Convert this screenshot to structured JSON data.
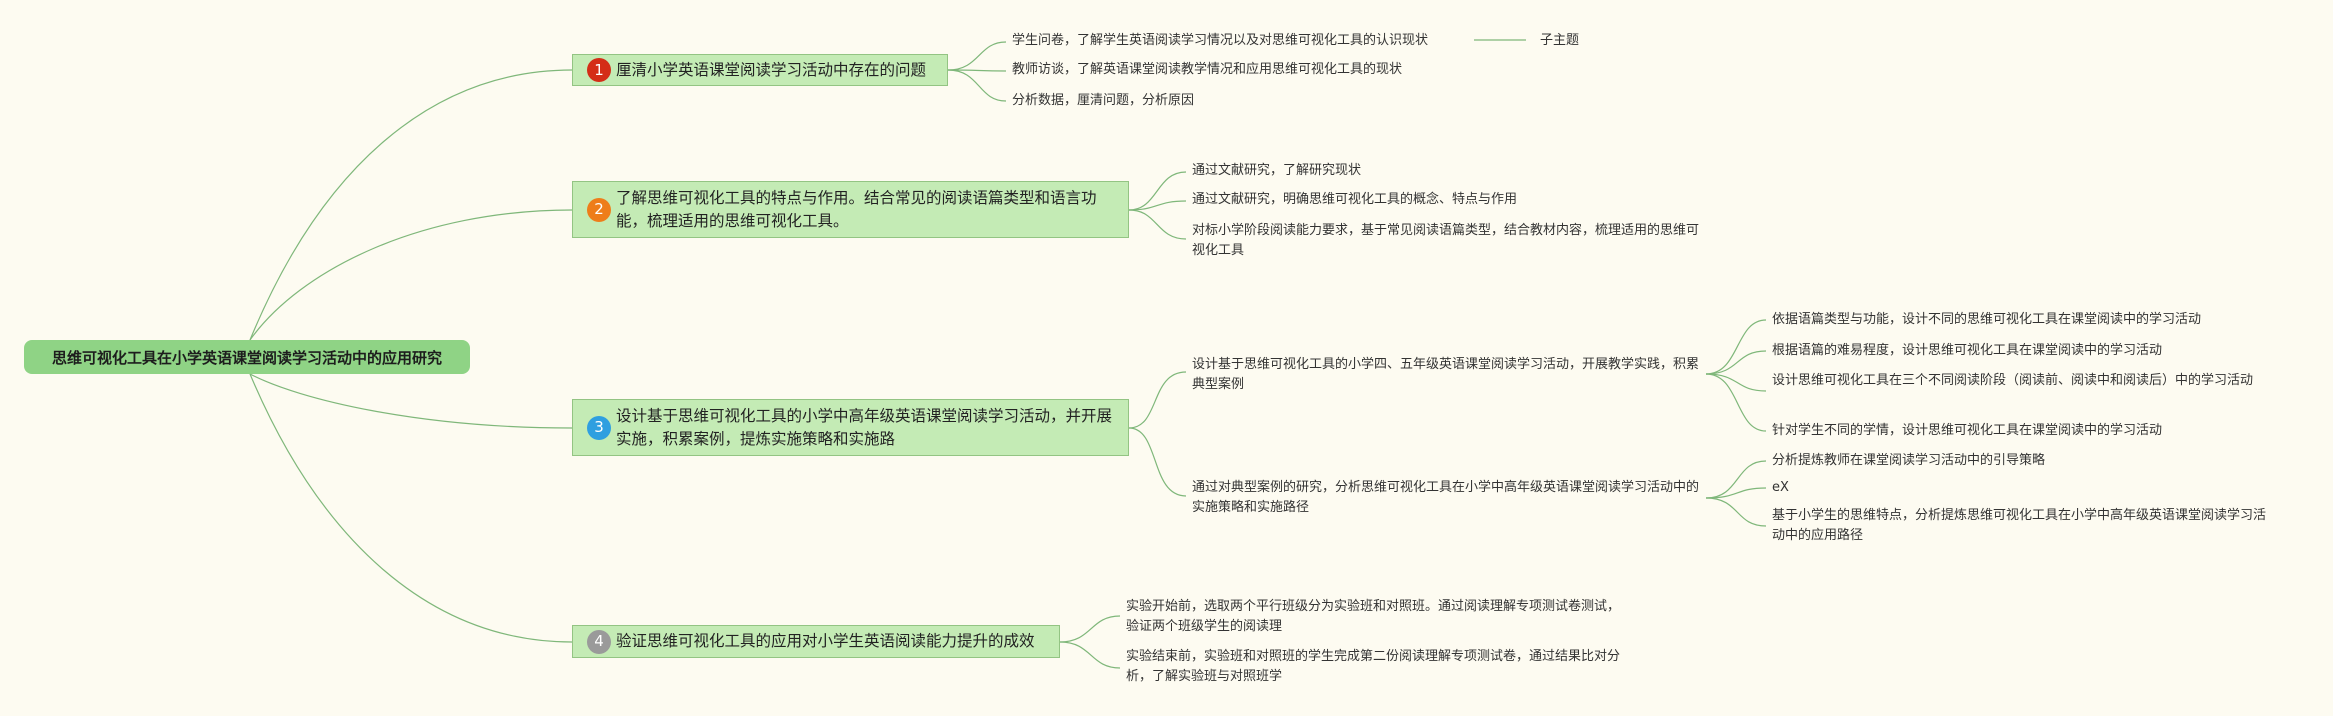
{
  "root": "思维可视化工具在小学英语课堂阅读学习活动中的应用研究",
  "colors": {
    "background": "#fdfbf1",
    "root_fill": "#8fd385",
    "topic_fill": "#c4ebb5",
    "topic_border": "#93c483",
    "connector": "#7fb77a",
    "badge_1": "#d42d17",
    "badge_2": "#ee7d1a",
    "badge_3": "#2f9fe0",
    "badge_4": "#9a9a9a"
  },
  "topics": [
    {
      "num": "1",
      "label": "厘清小学英语课堂阅读学习活动中存在的问题",
      "children": [
        {
          "label": "学生问卷，了解学生英语阅读学习情况以及对思维可视化工具的认识现状",
          "note": "子主题"
        },
        {
          "label": "教师访谈，了解英语课堂阅读教学情况和应用思维可视化工具的现状"
        },
        {
          "label": "分析数据，厘清问题，分析原因"
        }
      ]
    },
    {
      "num": "2",
      "label": "了解思维可视化工具的特点与作用。结合常见的阅读语篇类型和语言功能，梳理适用的思维可视化工具。",
      "children": [
        {
          "label": "通过文献研究，了解研究现状"
        },
        {
          "label": "通过文献研究，明确思维可视化工具的概念、特点与作用"
        },
        {
          "label": "对标小学阶段阅读能力要求，基于常见阅读语篇类型，结合教材内容，梳理适用的思维可视化工具"
        }
      ]
    },
    {
      "num": "3",
      "label": "设计基于思维可视化工具的小学中高年级英语课堂阅读学习活动，并开展实施，积累案例，提炼实施策略和实施路",
      "children": [
        {
          "label": "设计基于思维可视化工具的小学四、五年级英语课堂阅读学习活动，开展教学实践，积累典型案例",
          "children": [
            {
              "label": "依据语篇类型与功能，设计不同的思维可视化工具在课堂阅读中的学习活动"
            },
            {
              "label": "根据语篇的难易程度，设计思维可视化工具在课堂阅读中的学习活动"
            },
            {
              "label": "设计思维可视化工具在三个不同阅读阶段（阅读前、阅读中和阅读后）中的学习活动"
            },
            {
              "label": "针对学生不同的学情，设计思维可视化工具在课堂阅读中的学习活动"
            }
          ]
        },
        {
          "label": "通过对典型案例的研究，分析思维可视化工具在小学中高年级英语课堂阅读学习活动中的实施策略和实施路径",
          "children": [
            {
              "label": "分析提炼教师在课堂阅读学习活动中的引导策略"
            },
            {
              "label": "eX"
            },
            {
              "label": "基于小学生的思维特点，分析提炼思维可视化工具在小学中高年级英语课堂阅读学习活动中的应用路径"
            }
          ]
        }
      ]
    },
    {
      "num": "4",
      "label": "验证思维可视化工具的应用对小学生英语阅读能力提升的成效",
      "children": [
        {
          "label": "实验开始前，选取两个平行班级分为实验班和对照班。通过阅读理解专项测试卷测试，验证两个班级学生的阅读理"
        },
        {
          "label": "实验结束前，实验班和对照班的学生完成第二份阅读理解专项测试卷，通过结果比对分析，了解实验班与对照班学"
        }
      ]
    }
  ]
}
